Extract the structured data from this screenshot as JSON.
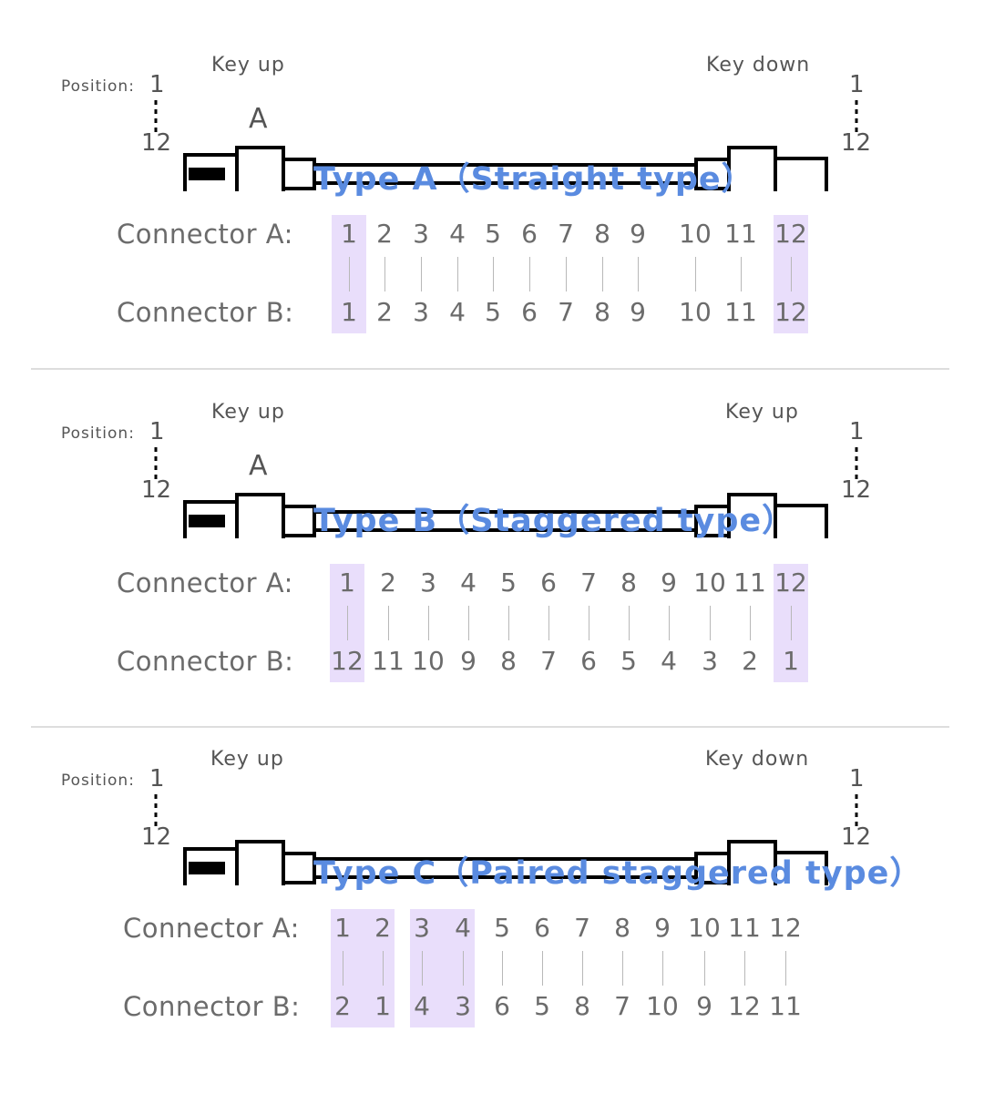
{
  "sections": [
    {
      "title": "Type A（Straight type）",
      "left_key": "Key up",
      "right_key": "Key down",
      "position_label": "Position:",
      "pos_top": "1",
      "pos_bottom": "12",
      "connector_badge": "A",
      "row_a_label": "Connector A:",
      "row_b_label": "Connector B:",
      "connector_a": [
        "1",
        "2",
        "3",
        "4",
        "5",
        "6",
        "7",
        "8",
        "9",
        "10",
        "11",
        "12"
      ],
      "connector_b": [
        "1",
        "2",
        "3",
        "4",
        "5",
        "6",
        "7",
        "8",
        "9",
        "10",
        "11",
        "12"
      ],
      "highlighted_groups": [
        [
          1
        ],
        [
          12
        ]
      ]
    },
    {
      "title": "Type B（Staggered type）",
      "left_key": "Key up",
      "right_key": "Key up",
      "position_label": "Position:",
      "pos_top": "1",
      "pos_bottom": "12",
      "connector_badge": "A",
      "row_a_label": "Connector A:",
      "row_b_label": "Connector B:",
      "connector_a": [
        "1",
        "2",
        "3",
        "4",
        "5",
        "6",
        "7",
        "8",
        "9",
        "10",
        "11",
        "12"
      ],
      "connector_b": [
        "12",
        "11",
        "10",
        "9",
        "8",
        "7",
        "6",
        "5",
        "4",
        "3",
        "2",
        "1"
      ],
      "highlighted_groups": [
        [
          1
        ],
        [
          12
        ]
      ]
    },
    {
      "title": "Type C（Paired staggered type）",
      "left_key": "Key up",
      "right_key": "Key down",
      "position_label": "Position:",
      "pos_top": "1",
      "pos_bottom": "12",
      "connector_badge": "",
      "row_a_label": "Connector A:",
      "row_b_label": "Connector B:",
      "connector_a": [
        "1",
        "2",
        "3",
        "4",
        "5",
        "6",
        "7",
        "8",
        "9",
        "10",
        "11",
        "12"
      ],
      "connector_b": [
        "2",
        "1",
        "4",
        "3",
        "6",
        "5",
        "8",
        "7",
        "10",
        "9",
        "12",
        "11"
      ],
      "highlighted_groups": [
        [
          1,
          2
        ],
        [
          3,
          4
        ]
      ]
    }
  ],
  "colors": {
    "title": "#5a8be0",
    "highlight": "#e9defb",
    "line": "#000000",
    "text": "#6b6b6b"
  }
}
